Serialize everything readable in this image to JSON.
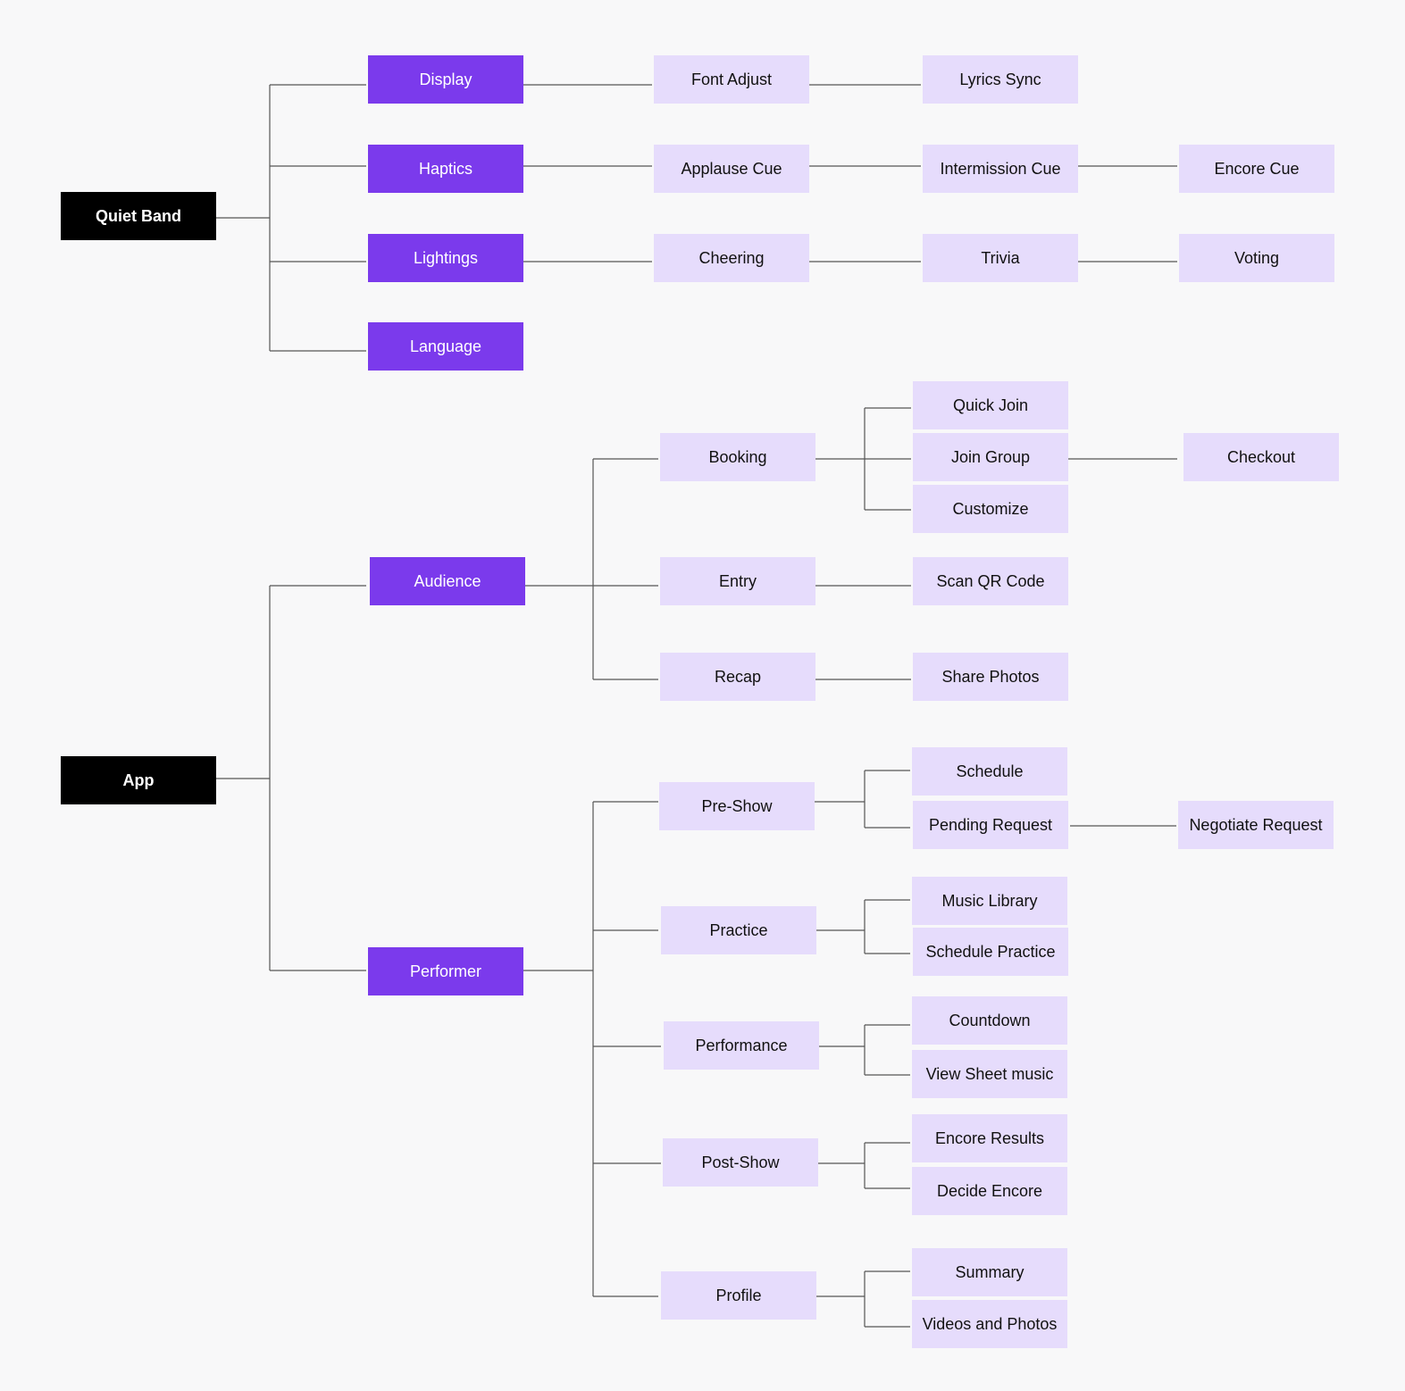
{
  "roots": {
    "quiet_band": "Quiet Band",
    "app": "App"
  },
  "quiet_band_branch": {
    "display": "Display",
    "haptics": "Haptics",
    "lightings": "Lightings",
    "language": "Language",
    "font_adjust": "Font Adjust",
    "lyrics_sync": "Lyrics Sync",
    "applause_cue": "Applause Cue",
    "intermission_cue": "Intermission Cue",
    "encore_cue": "Encore Cue",
    "cheering": "Cheering",
    "trivia": "Trivia",
    "voting": "Voting"
  },
  "audience_branch": {
    "audience": "Audience",
    "booking": "Booking",
    "quick_join": "Quick Join",
    "join_group": "Join Group",
    "customize": "Customize",
    "checkout": "Checkout",
    "entry": "Entry",
    "scan_qr_code": "Scan QR Code",
    "recap": "Recap",
    "share_photos": "Share Photos"
  },
  "performer_branch": {
    "performer": "Performer",
    "pre_show": "Pre-Show",
    "schedule": "Schedule",
    "pending_request": "Pending Request",
    "negotiate_request": "Negotiate Request",
    "practice": "Practice",
    "music_library": "Music Library",
    "schedule_practice": "Schedule Practice",
    "performance": "Performance",
    "countdown": "Countdown",
    "view_sheet_music": "View Sheet music",
    "post_show": "Post-Show",
    "encore_results": "Encore Results",
    "decide_encore": "Decide Encore",
    "profile": "Profile",
    "summary": "Summary",
    "videos_and_photos": "Videos and Photos"
  },
  "colors": {
    "root": "#000000",
    "category": "#7b3aec",
    "leaf": "#e6dcfc",
    "connector": "#555555",
    "background": "#f8f8f9"
  }
}
